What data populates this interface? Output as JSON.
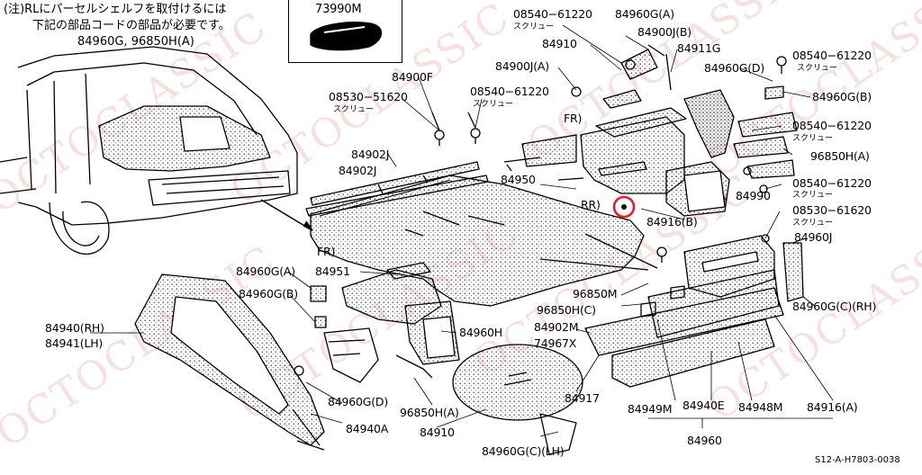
{
  "note": {
    "line1": "(注)RLにパーセルシェルフを取付けるには",
    "line2": "下記の部品コードの部品が必要です。",
    "line3": "84960G, 96850H(A)"
  },
  "inset_part": "73990M",
  "doc_code": "S12-A-H7803-0038",
  "watermark": "OCTOCLASSIC",
  "screw_label": "スクリュー",
  "labels": {
    "p84900F": "84900F",
    "p08530_51620": "08530−51620",
    "p08540_61220_a": "08540−61220",
    "p08540_61220_b": "08540−61220",
    "p84960G_A_top": "84960G(A)",
    "p84910_top": "84910",
    "p84900J_B": "84900J(B)",
    "p84900J_A": "84900J(A)",
    "p84911G": "84911G",
    "p08540_61220_c": "08540−61220",
    "p84960G_D_top": "84960G(D)",
    "p84960G_B_right": "84960G(B)",
    "p08540_61220_d": "08540−61220",
    "p96850H_A_right": "96850H(A)",
    "p08540_61220_e": "08540−61220",
    "p84990": "84990",
    "p08530_61620": "08530−61620",
    "p84916_B": "84916(B)",
    "p84960J": "84960J",
    "p84960G_C_RH": "84960G(C)(RH)",
    "p84902J_a": "84902J",
    "p84902J_b": "84902J",
    "p84950": "84950",
    "fr_top": "FR)",
    "rr": "RR)",
    "fr_mid": "FR)",
    "p84960G_A_left": "84960G(A)",
    "p84951": "84951",
    "p84960G_B_left": "84960G(B)",
    "p84940_RH": "84940(RH)",
    "p84941_LH": "84941(LH)",
    "p96850M": "96850M",
    "p96850H_C": "96850H(C)",
    "p84902M": "84902M",
    "p74967X": "74967X",
    "p84960H": "84960H",
    "p84960G_D_left": "84960G(D)",
    "p96850H_A_bottom": "96850H(A)",
    "p84940A": "84940A",
    "p84910_bottom": "84910",
    "p84917": "84917",
    "p84949M": "84949M",
    "p84940E": "84940E",
    "p84948M": "84948M",
    "p84916_A": "84916(A)",
    "p84960": "84960",
    "p84960G_C_LH": "84960G(C)(LH)"
  },
  "highlight_color": "#e0202a",
  "watermark_color": "#c85050"
}
